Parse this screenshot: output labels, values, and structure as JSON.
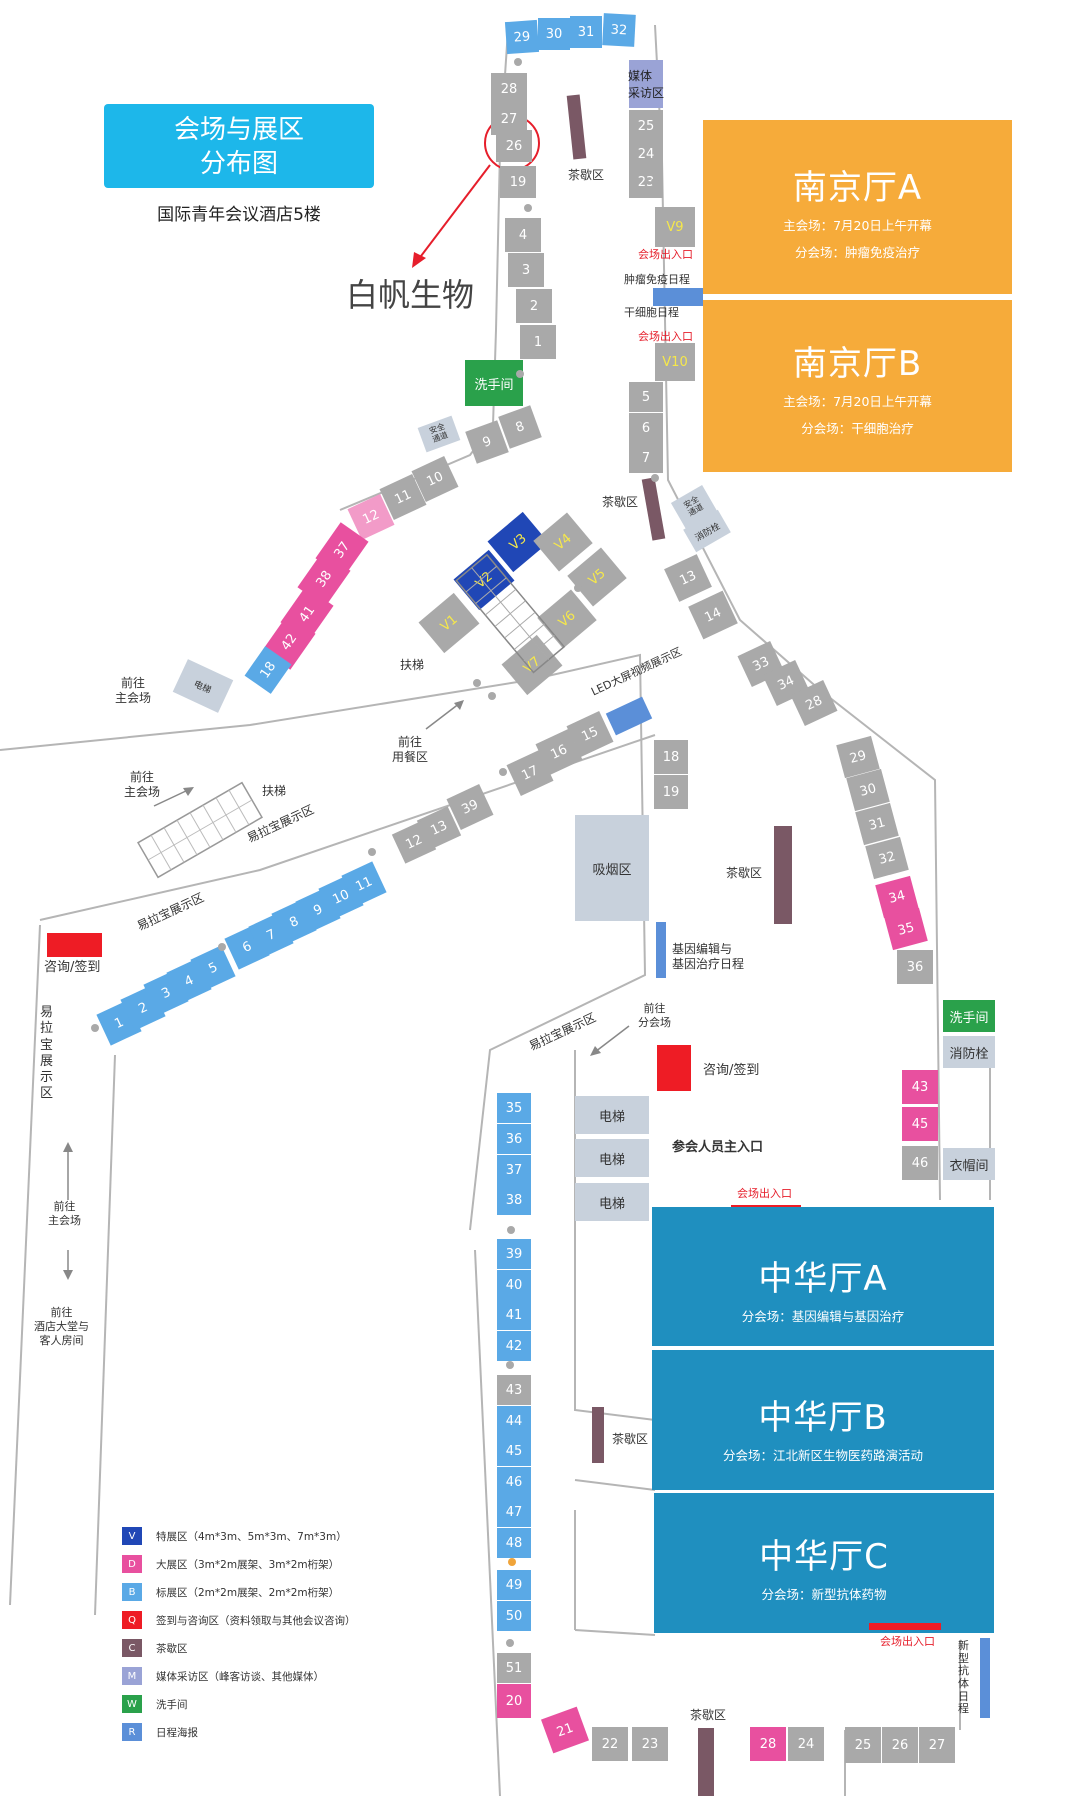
{
  "header": {
    "title_line1": "会场与展区",
    "title_line2": "分布图",
    "subtitle": "国际青年会议酒店5楼",
    "highlight": "白帆生物"
  },
  "halls": {
    "nanjing_a": {
      "name": "南京厅A",
      "line1": "主会场：7月20日上午开幕",
      "line2": "分会场：肿瘤免疫治疗"
    },
    "nanjing_b": {
      "name": "南京厅B",
      "line1": "主会场：7月20日上午开幕",
      "line2": "分会场：干细胞治疗"
    },
    "zhonghua_a": {
      "name": "中华厅A",
      "line1": "分会场：基因编辑与基因治疗"
    },
    "zhonghua_b": {
      "name": "中华厅B",
      "line1": "分会场：江北新区生物医药路演活动"
    },
    "zhonghua_c": {
      "name": "中华厅C",
      "line1": "分会场：新型抗体药物"
    }
  },
  "labels": {
    "media": "媒体\n采访区",
    "tea": "茶歇区",
    "exit": "会场出入口",
    "tumor_schedule": "肿瘤免疫日程",
    "stem_schedule": "干细胞日程",
    "restroom": "洗手间",
    "safety": "安全\n通道",
    "hydrant": "消防栓",
    "hydrant_small": "消防栓",
    "goto_main": "前往\n主会场",
    "elevator": "电梯",
    "escalator": "扶梯",
    "goto_dining": "前往\n用餐区",
    "led": "LED大屏视频展示区",
    "yilabao": "易拉宝展示区",
    "yilabao_vertical": "易\n拉\n宝\n展\n示\n区",
    "consult": "咨询/签到",
    "smoking": "吸烟区",
    "gene_schedule": "基因编辑与\n基因治疗日程",
    "goto_sub": "前往\n分会场",
    "main_entrance": "参会人员主入口",
    "cloakroom": "衣帽间",
    "goto_lobby": "前往\n酒店大堂与\n客人房间",
    "antibody_schedule": "新\n型\n抗\n体\n日\n程"
  },
  "legend": [
    {
      "code": "V",
      "text": "特展区（4m*3m、5m*3m、7m*3m）",
      "color": "#2047b6"
    },
    {
      "code": "D",
      "text": "大展区（3m*2m展架、3m*2m桁架）",
      "color": "#e8509f"
    },
    {
      "code": "B",
      "text": "标展区（2m*2m展架、2m*2m桁架）",
      "color": "#5aa9e6"
    },
    {
      "code": "Q",
      "text": "签到与咨询区（资料领取与其他会议咨询）",
      "color": "#ee1c25"
    },
    {
      "code": "C",
      "text": "茶歇区",
      "color": "#7a5865"
    },
    {
      "code": "M",
      "text": "媒体采访区（峰客访谈、其他媒体）",
      "color": "#9aa3d6"
    },
    {
      "code": "W",
      "text": "洗手间",
      "color": "#2aa14b"
    },
    {
      "code": "R",
      "text": "日程海报",
      "color": "#5b8fd8"
    }
  ],
  "booths": {
    "top_arc": [
      "29",
      "30",
      "31",
      "32"
    ],
    "upper_left": [
      "28",
      "27",
      "26",
      "19",
      "4",
      "3",
      "2",
      "1",
      "8",
      "9",
      "10",
      "11",
      "12",
      "37",
      "38",
      "41",
      "42",
      "18"
    ],
    "upper_mid": [
      "25",
      "24",
      "23",
      "V9",
      "V10",
      "5",
      "6",
      "7"
    ],
    "special": [
      "V1",
      "V2",
      "V3",
      "V4",
      "V5",
      "V6",
      "V7"
    ],
    "right_diag": [
      "13",
      "14",
      "33",
      "34",
      "28",
      "29",
      "30",
      "31",
      "32",
      "34",
      "35",
      "36",
      "43",
      "45",
      "46"
    ],
    "mid_corridor": [
      "39",
      "13",
      "12",
      "17",
      "16",
      "15",
      "18",
      "19"
    ],
    "lower_left": [
      "1",
      "2",
      "3",
      "4",
      "5",
      "6",
      "7",
      "8",
      "9",
      "10",
      "11"
    ],
    "lower_column": [
      "35",
      "36",
      "37",
      "38",
      "39",
      "40",
      "41",
      "42",
      "43",
      "44",
      "45",
      "46",
      "47",
      "48",
      "49",
      "50",
      "51",
      "20"
    ],
    "bottom_row": [
      "21",
      "22",
      "23",
      "28",
      "24",
      "25",
      "26",
      "27"
    ]
  }
}
